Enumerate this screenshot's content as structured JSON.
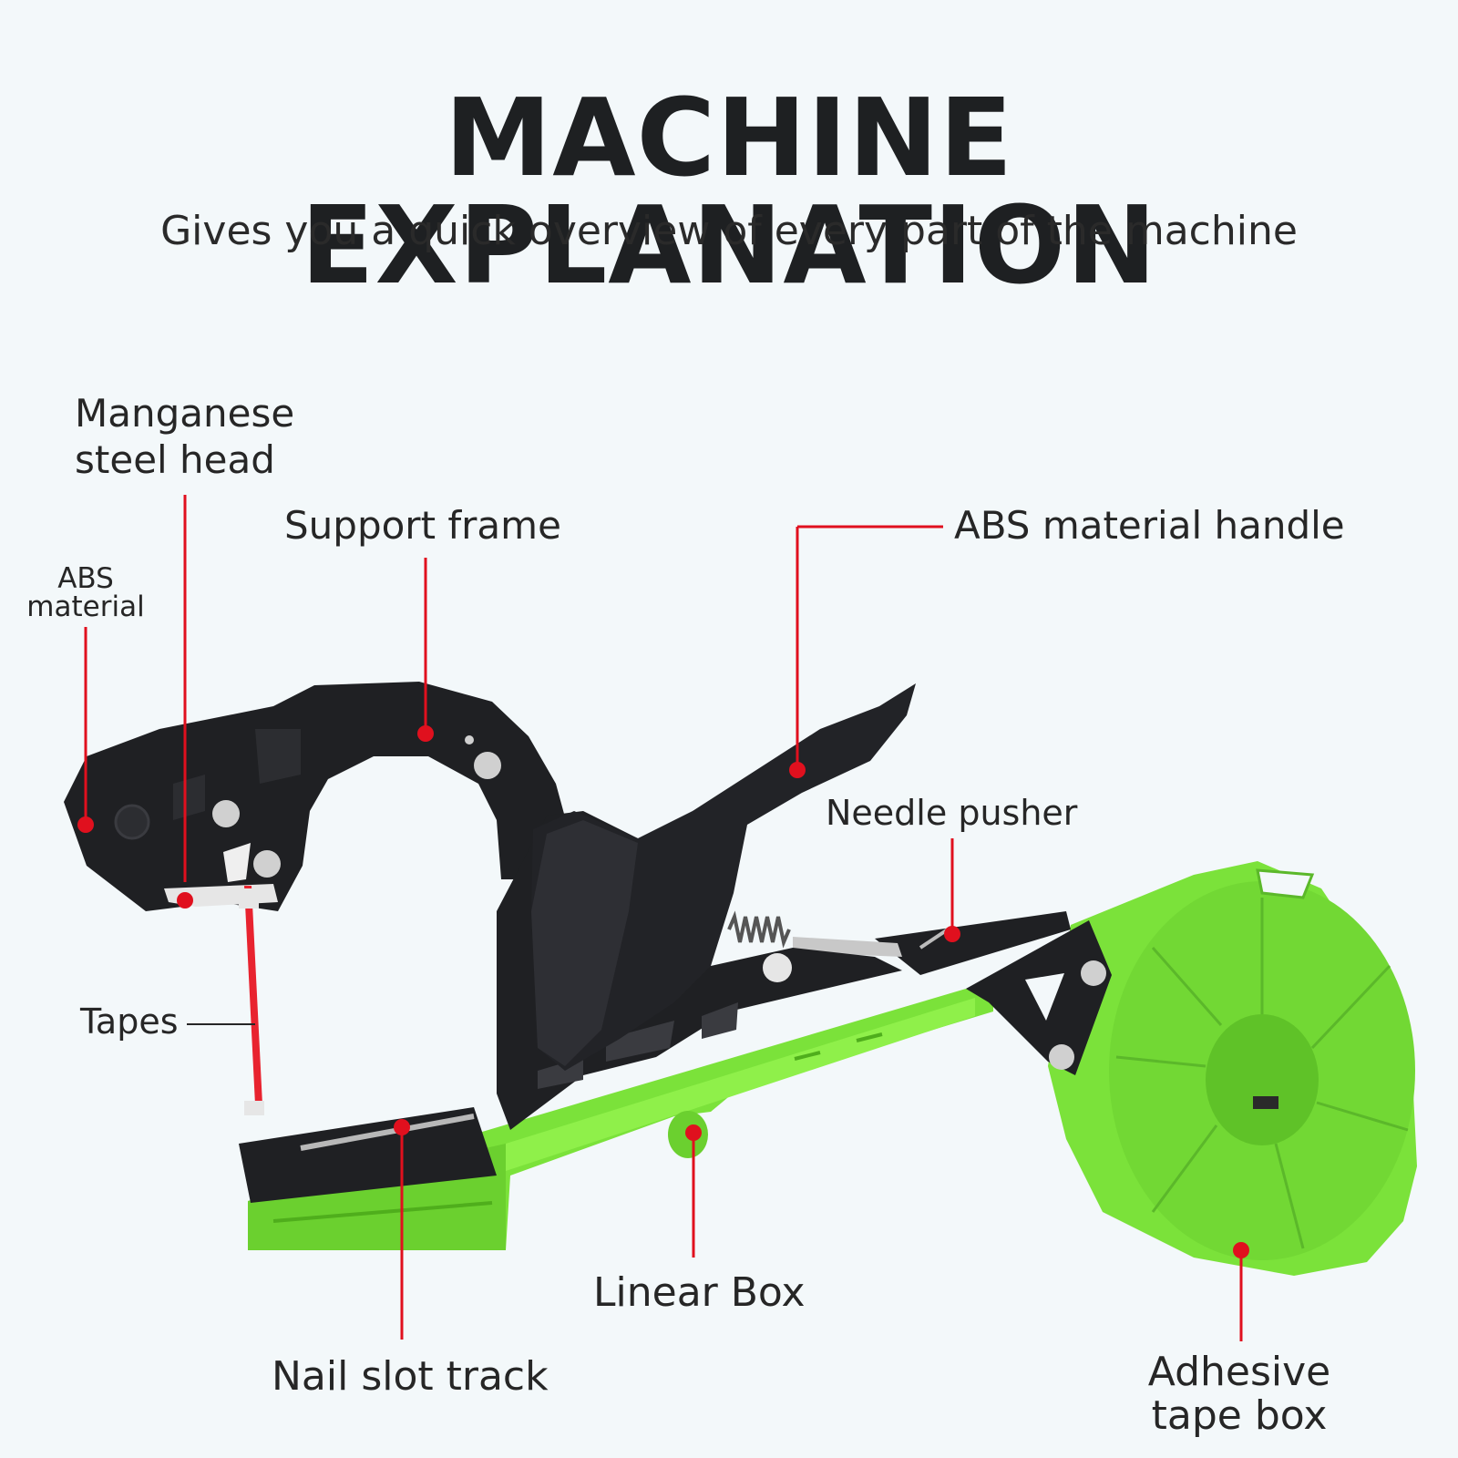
{
  "header": {
    "title": "MACHINE EXPLANATION",
    "subtitle": "Gives you a quick overview of every part of the machine"
  },
  "labels": {
    "manganese": [
      "Manganese",
      "steel head"
    ],
    "support_frame": "Support frame",
    "abs_material": [
      "ABS",
      "material"
    ],
    "abs_handle": "ABS material handle",
    "needle_pusher": "Needle pusher",
    "tapes": "Tapes",
    "linear_box": "Linear Box",
    "nail_slot": "Nail slot track",
    "adhesive": [
      "Adhesive",
      "tape box"
    ]
  },
  "colors": {
    "background": "#f3f8fa",
    "machine_black": "#1f2023",
    "machine_green": "#7be23a",
    "green_dark": "#4fae1c",
    "callout_red": "#e0101e"
  }
}
